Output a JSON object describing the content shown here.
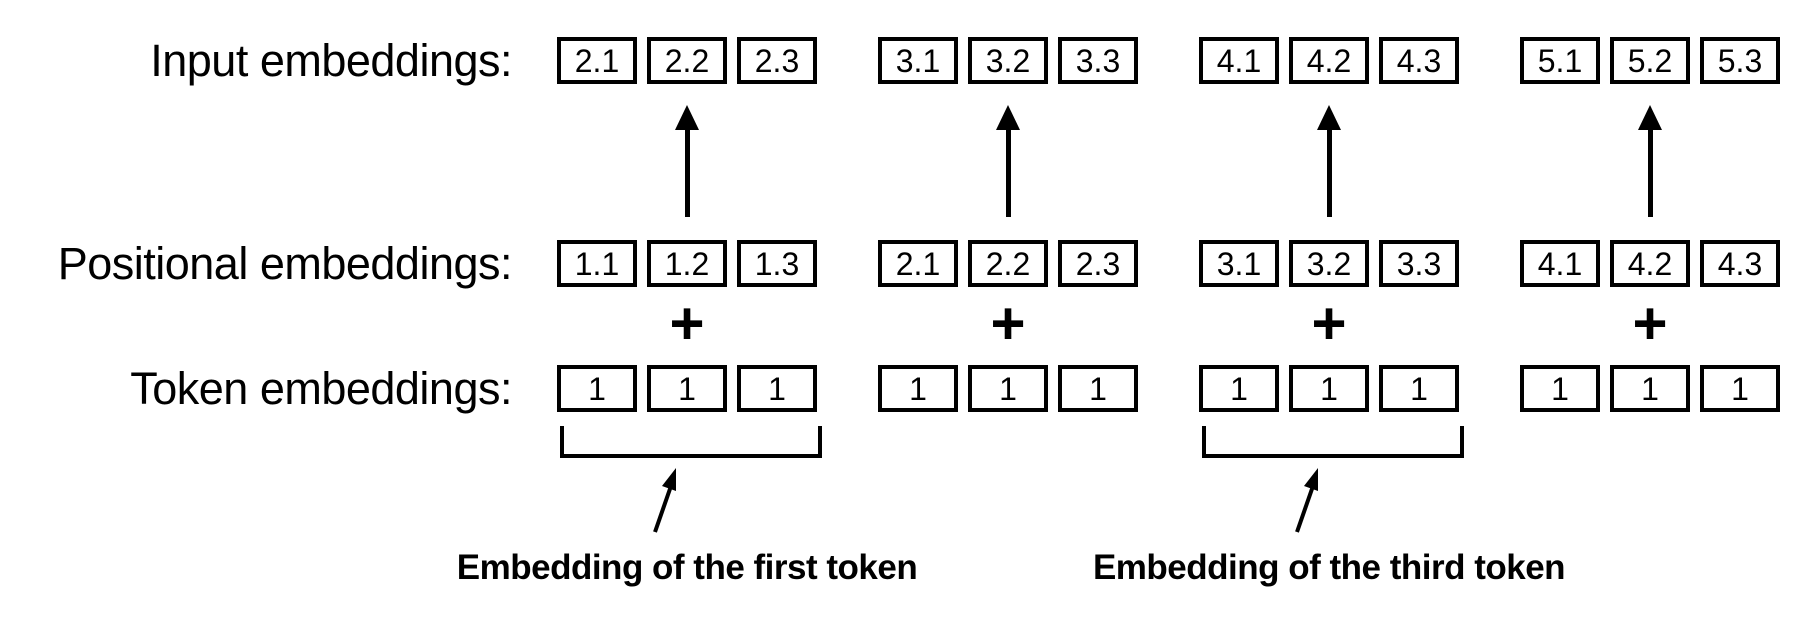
{
  "diagram": {
    "row_labels": {
      "input": "Input embeddings:",
      "positional": "Positional embeddings:",
      "token": "Token embeddings:"
    },
    "plus_sign": "+",
    "columns": [
      {
        "input": [
          "2.1",
          "2.2",
          "2.3"
        ],
        "positional": [
          "1.1",
          "1.2",
          "1.3"
        ],
        "token": [
          "1",
          "1",
          "1"
        ],
        "annotated": true,
        "caption": "Embedding of the first token"
      },
      {
        "input": [
          "3.1",
          "3.2",
          "3.3"
        ],
        "positional": [
          "2.1",
          "2.2",
          "2.3"
        ],
        "token": [
          "1",
          "1",
          "1"
        ],
        "annotated": false
      },
      {
        "input": [
          "4.1",
          "4.2",
          "4.3"
        ],
        "positional": [
          "3.1",
          "3.2",
          "3.3"
        ],
        "token": [
          "1",
          "1",
          "1"
        ],
        "annotated": true,
        "caption": "Embedding of the third token"
      },
      {
        "input": [
          "5.1",
          "5.2",
          "5.3"
        ],
        "positional": [
          "4.1",
          "4.2",
          "4.3"
        ],
        "token": [
          "1",
          "1",
          "1"
        ],
        "annotated": false
      }
    ],
    "colors": {
      "foreground": "#000000",
      "background": "#ffffff"
    }
  }
}
